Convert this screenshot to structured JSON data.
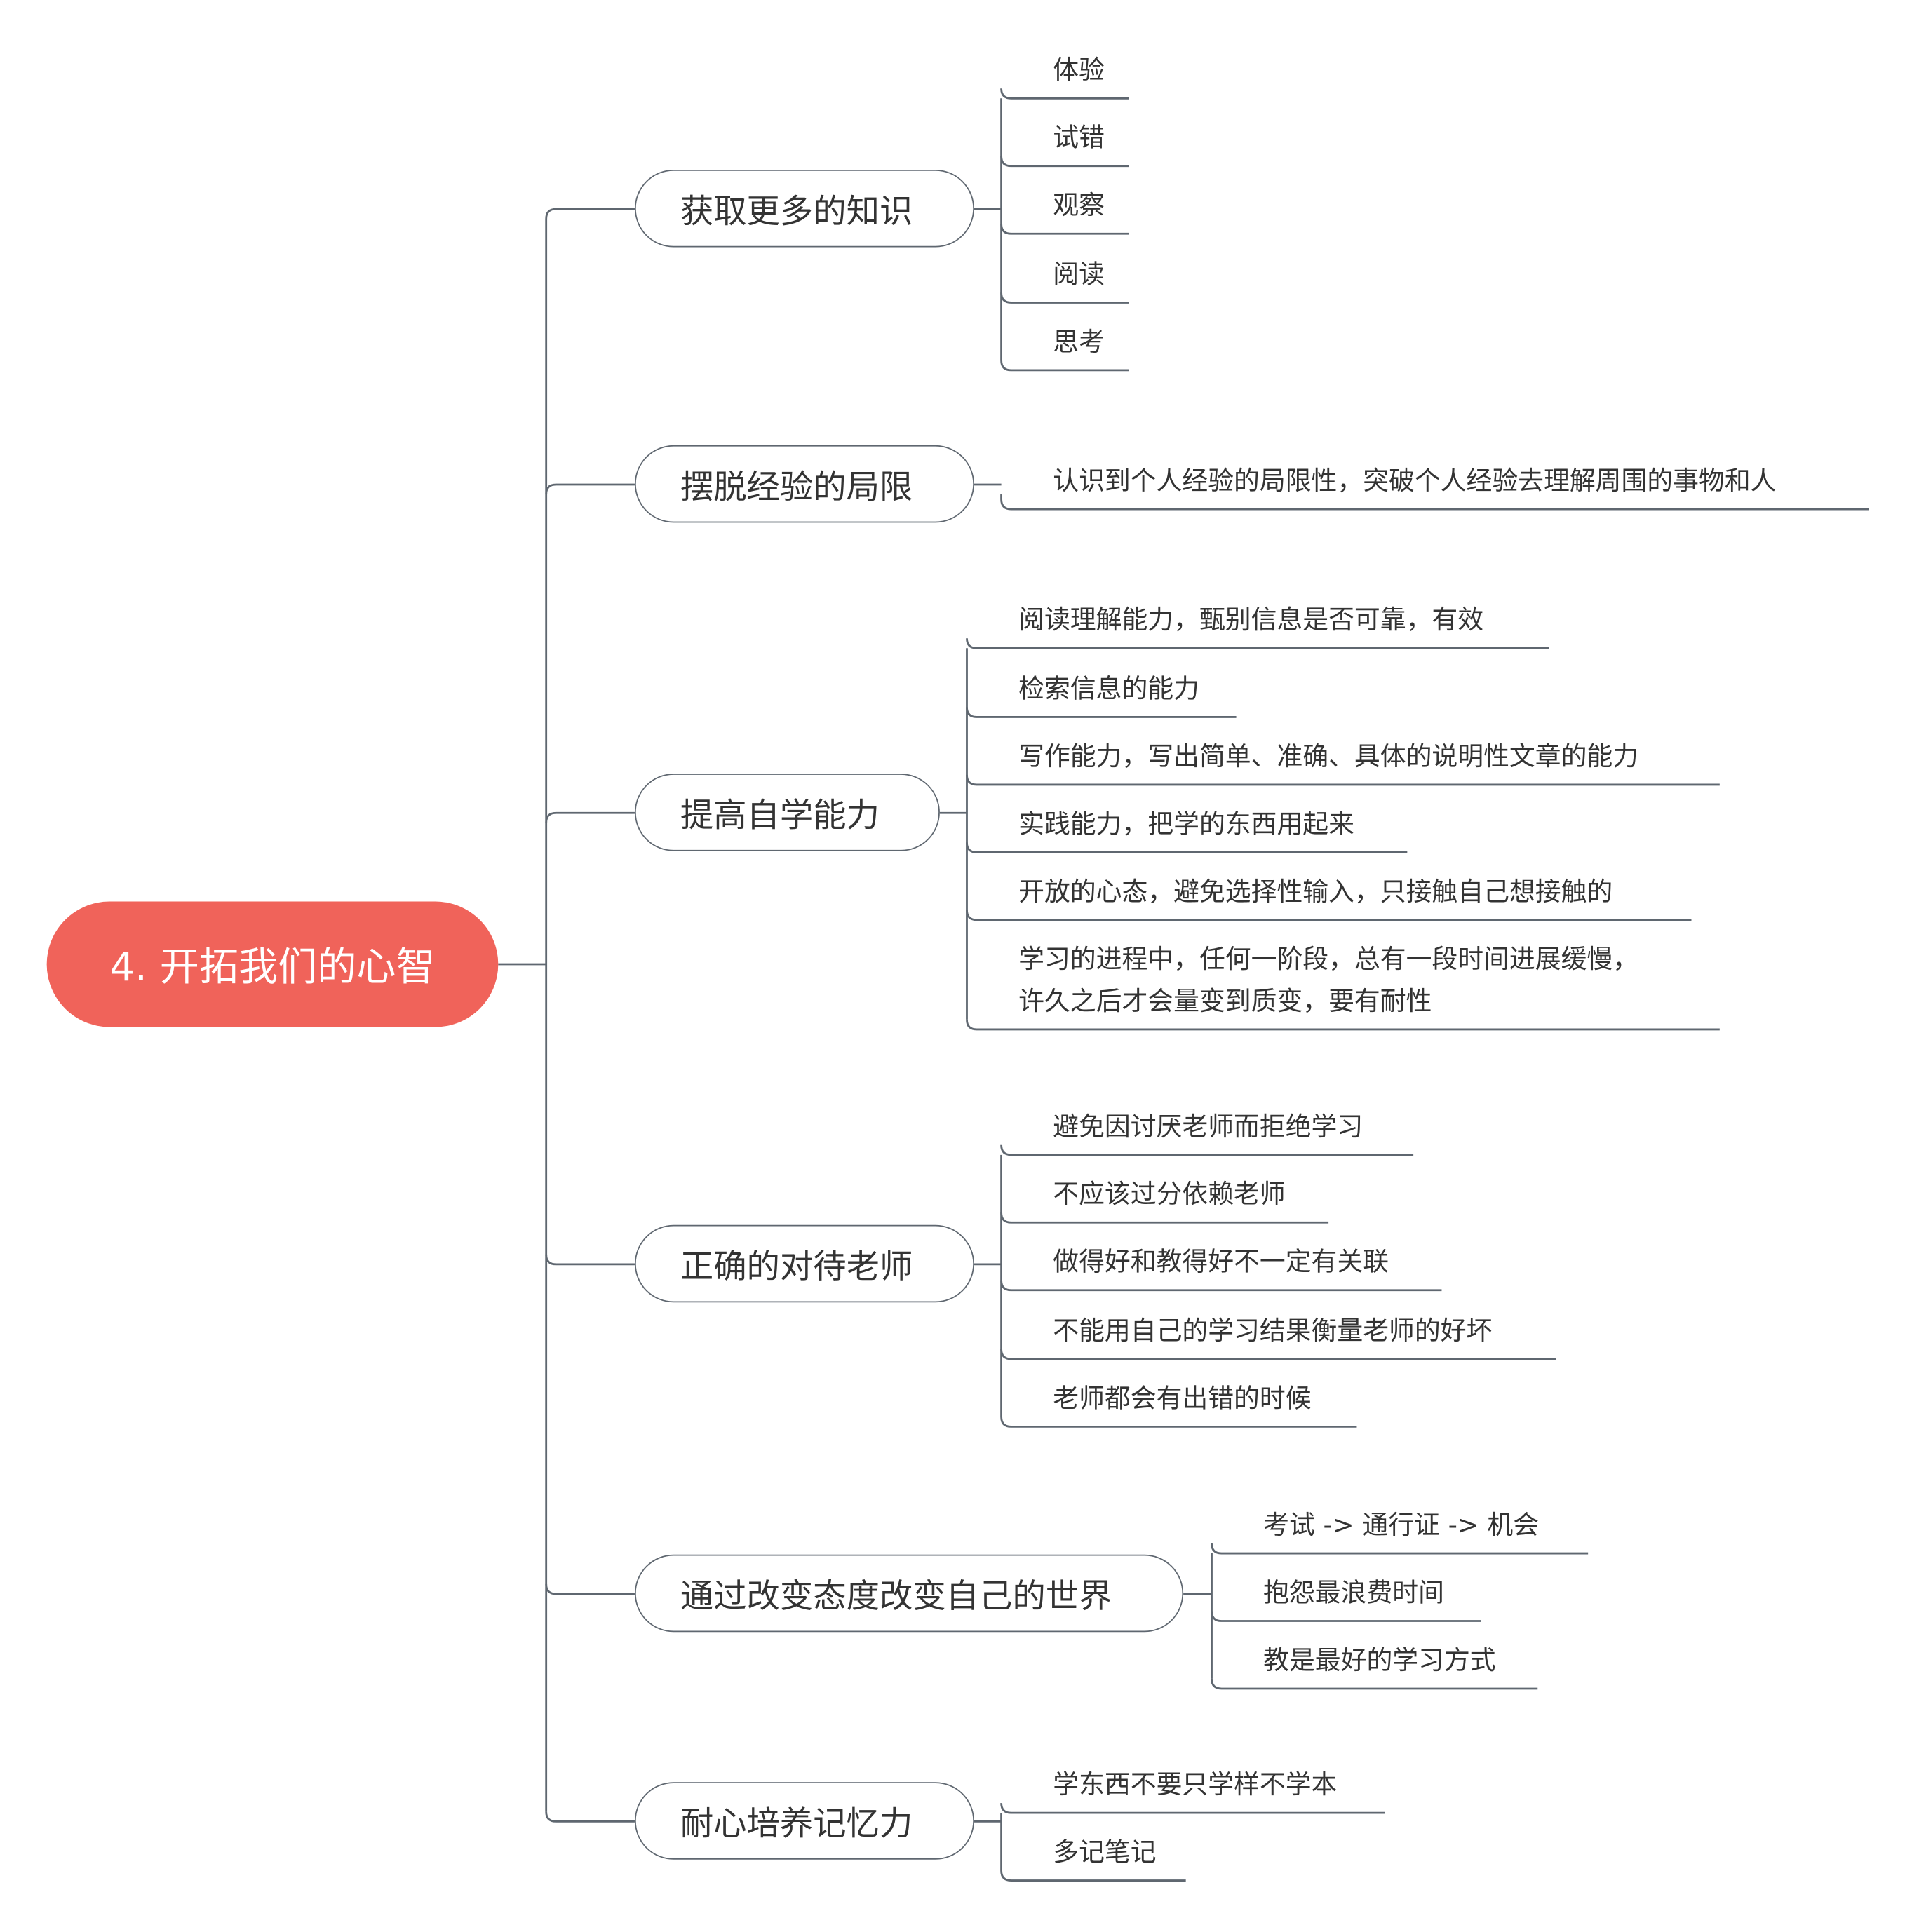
{
  "root": {
    "label": "4. 开拓我们的心智",
    "color": "#F0635A"
  },
  "line_color": "#5f6770",
  "branches": [
    {
      "label": "获取更多的知识",
      "children": [
        "体验",
        "试错",
        "观察",
        "阅读",
        "思考"
      ]
    },
    {
      "label": "摆脱经验的局限",
      "children": [
        "认识到个人经验的局限性，突破个人经验去理解周围的事物和人"
      ]
    },
    {
      "label": "提高自学能力",
      "children": [
        "阅读理解能力，甄别信息是否可靠，有效",
        "检索信息的能力",
        "写作能力，写出简单、准确、具体的说明性文章的能力",
        "实践能力，把学的东西用起来",
        "开放的心态，避免选择性输入，只接触自己想接触的",
        "学习的进程中，任何一阶段，总有一段时间进展缓慢，\n许久之后才会量变到质变，要有耐性"
      ]
    },
    {
      "label": "正确的对待老师",
      "children": [
        "避免因讨厌老师而拒绝学习",
        "不应该过分依赖老师",
        "做得好和教得好不一定有关联",
        "不能用自己的学习结果衡量老师的好坏",
        "老师都会有出错的时候"
      ]
    },
    {
      "label": "通过改变态度改变自己的世界",
      "children": [
        "考试 -> 通行证 -> 机会",
        "抱怨最浪费时间",
        "教是最好的学习方式"
      ]
    },
    {
      "label": "耐心培养记忆力",
      "children": [
        "学东西不要只学样不学本",
        "多记笔记"
      ]
    }
  ]
}
